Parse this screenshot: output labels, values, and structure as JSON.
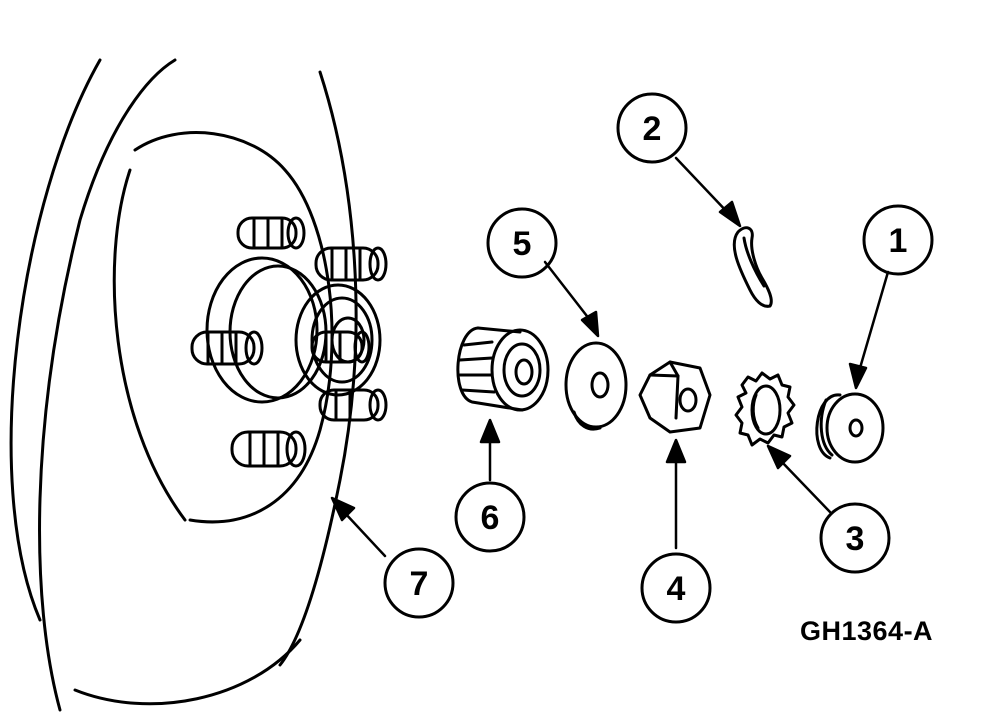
{
  "figure": {
    "id": "GH1364-A"
  },
  "callouts": [
    {
      "label": "1",
      "part": "grease-cap"
    },
    {
      "label": "2",
      "part": "cotter-pin"
    },
    {
      "label": "3",
      "part": "nut-retainer"
    },
    {
      "label": "4",
      "part": "adjusting-nut"
    },
    {
      "label": "5",
      "part": "washer"
    },
    {
      "label": "6",
      "part": "outer-bearing"
    },
    {
      "label": "7",
      "part": "hub-and-rotor"
    }
  ],
  "colors": {
    "line": "#000000",
    "background": "#ffffff"
  }
}
